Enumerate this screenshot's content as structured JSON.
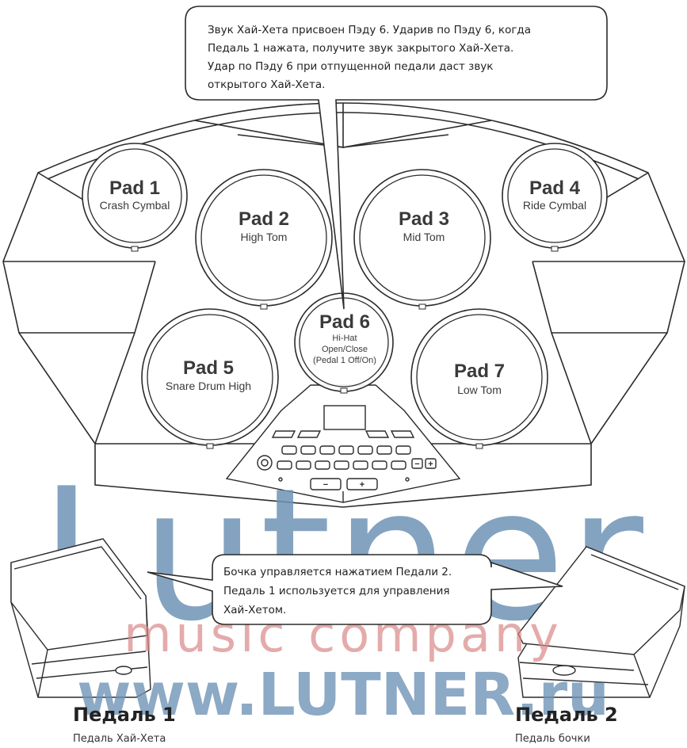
{
  "callout_top": {
    "lines": [
      "Звук Хай-Хета присвоен Пэду 6. Ударив по Пэду 6, когда",
      "Педаль 1 нажата, получите звук закрытого Хай-Хета.",
      "Удар по Пэду 6 при отпущенной педали даст звук",
      "открытого Хай-Хета."
    ]
  },
  "pads": [
    {
      "number": "Pad 1",
      "label": "Crash Cymbal"
    },
    {
      "number": "Pad 2",
      "label": "High Tom"
    },
    {
      "number": "Pad 3",
      "label": "Mid Tom"
    },
    {
      "number": "Pad 4",
      "label": "Ride Cymbal"
    },
    {
      "number": "Pad 5",
      "label": "Snare Drum High"
    },
    {
      "number": "Pad 6",
      "label_lines": [
        "Hi-Hat",
        "Open/Close",
        "(Pedal 1 Off/On)"
      ]
    },
    {
      "number": "Pad 7",
      "label": "Low Tom"
    }
  ],
  "control_panel": {
    "minus_symbol": "−",
    "plus_symbol": "+"
  },
  "callout_bottom": {
    "lines": [
      "Бочка управляется нажатием Педали 2.",
      "Педаль 1 используется для управления",
      "Хай-Хетом."
    ]
  },
  "pedals": [
    {
      "title": "Педаль 1",
      "subtitle": "Педаль Хай-Хета"
    },
    {
      "title": "Педаль 2",
      "subtitle": "Педаль бочки"
    }
  ],
  "watermark": {
    "brand": "Lutner",
    "tagline": "music company",
    "url": "www.LUTNER.ru",
    "logo_color": "#e05a5a",
    "brand_color": "#6f93b6"
  }
}
